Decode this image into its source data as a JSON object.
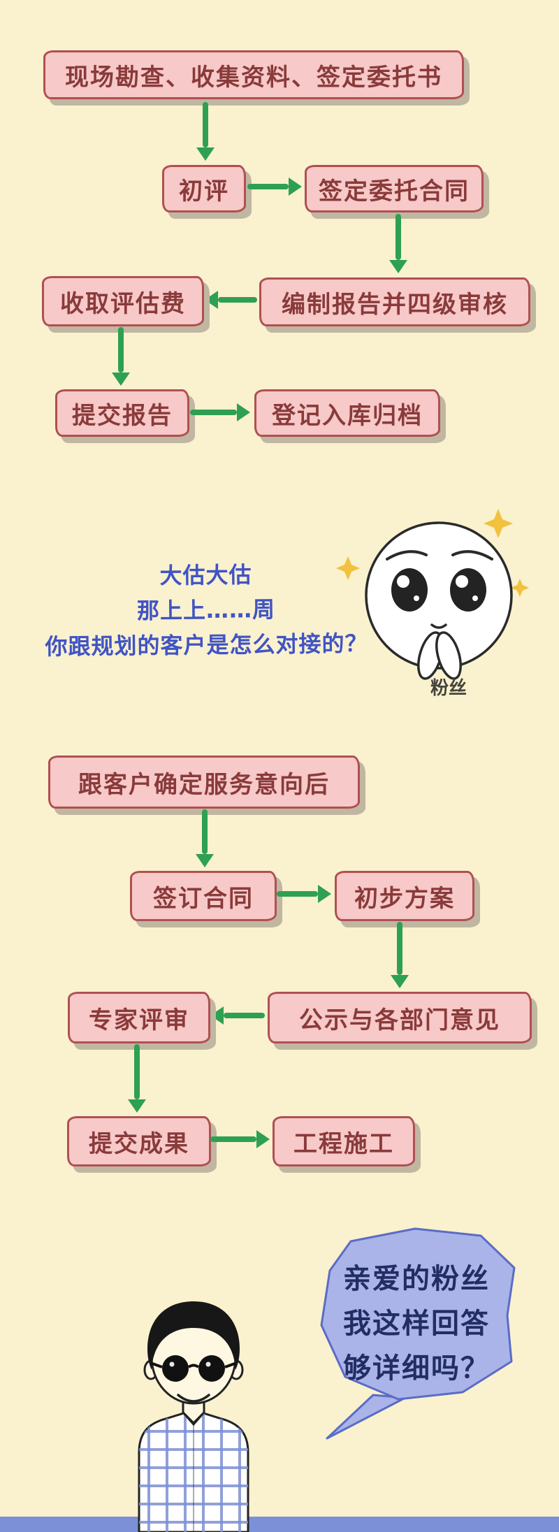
{
  "colors": {
    "background_cream": "#faf1cf",
    "box_fill_pink": "#f7c9c9",
    "box_border_red": "#b05050",
    "box_text_maroon": "#8a3a3a",
    "box_shadow_gray": "#c0b7a2",
    "arrow_green": "#2ea052",
    "handwriting_blue": "#4054c4",
    "bubble_fill_periwinkle": "#aab4e8",
    "bubble_border_blue": "#5b6cc5",
    "bubble_text_navy": "#222d63",
    "sparkle_gold": "#f2c13d",
    "footer_bar_blue": "#7c90d8"
  },
  "flowchart1": {
    "survey": "现场勘查、收集资料、签定委托书",
    "initial_evaluation": "初评",
    "engagement_contract": "签定委托合同",
    "report_review": "编制报告并四级审核",
    "collect_fee": "收取评估费",
    "submit_report": "提交报告",
    "archive": "登记入库归档"
  },
  "fan_question": {
    "line1": "大估大估",
    "line2": "那上上……周",
    "line3": "你跟规划的客户是怎么对接的？",
    "caption": "粉丝"
  },
  "flowchart2": {
    "confirm_intent": "跟客户确定服务意向后",
    "sign_contract": "签订合同",
    "preliminary_plan": "初步方案",
    "public_comments": "公示与各部门意见",
    "expert_review": "专家评审",
    "deliver_results": "提交成果",
    "construction": "工程施工"
  },
  "answer_bubble": {
    "line1": "亲爱的粉丝",
    "line2": "我这样回答",
    "line3": "够详细吗？"
  }
}
